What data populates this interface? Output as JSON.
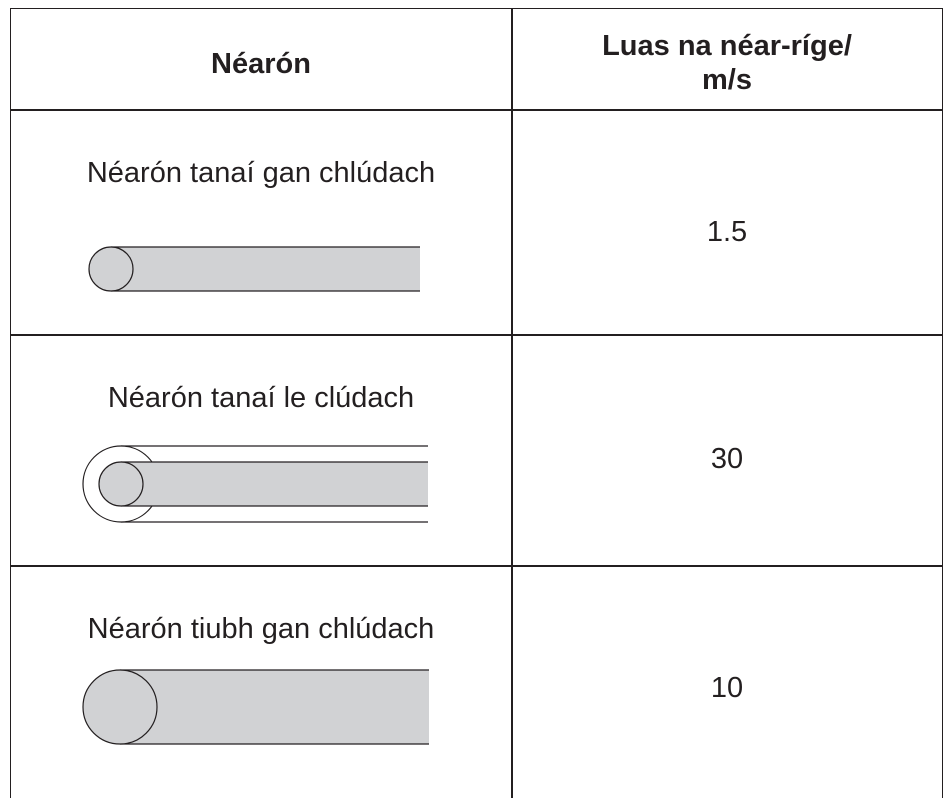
{
  "table": {
    "headers": {
      "neuron": "Néarón",
      "speed": "Luas na néar-ríge/ m/s",
      "speed_line1": "Luas na néar-ríge/",
      "speed_line2": "m/s"
    },
    "rows": [
      {
        "neuron": "Néarón tanaí gan chlúdach",
        "speed": "1.5",
        "diagram": "thin-uncovered-axon-icon"
      },
      {
        "neuron": "Néarón tanaí le clúdach",
        "speed": "30",
        "diagram": "thin-covered-axon-icon"
      },
      {
        "neuron": "Néarón tiubh gan chlúdach",
        "speed": "10",
        "diagram": "thick-uncovered-axon-icon"
      }
    ]
  },
  "colors": {
    "line": "#231f20",
    "axon_fill": "#d1d2d4",
    "background": "#ffffff"
  }
}
